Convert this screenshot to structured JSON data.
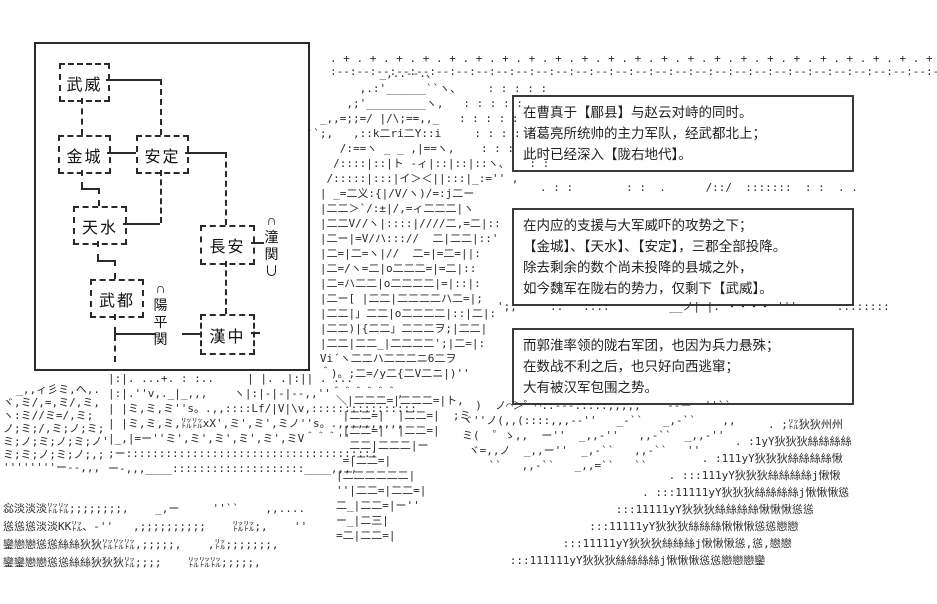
{
  "map": {
    "nodes": [
      {
        "id": "wuwei",
        "label": "武威"
      },
      {
        "id": "jincheng",
        "label": "金城"
      },
      {
        "id": "anding",
        "label": "安定"
      },
      {
        "id": "tianshui",
        "label": "天水"
      },
      {
        "id": "changan",
        "label": "長安"
      },
      {
        "id": "wudu",
        "label": "武都"
      },
      {
        "id": "hanzhong",
        "label": "漢中"
      }
    ],
    "passes": [
      {
        "id": "tongguan",
        "label": "∩潼関∪"
      },
      {
        "id": "yangpingguan",
        "label": "∩陽平関"
      }
    ]
  },
  "dialog_boxes": [
    {
      "lines": [
        "在曹真于【郿县】与赵云对峙的同时。",
        "诸葛亮所统帅的主力军队，经武都北上；",
        "此时已经深入【陇右地代】。"
      ]
    },
    {
      "lines": [
        "在内应的支援与大军威吓的攻势之下；",
        "【金城】、【天水】、【安定】，三郡全部投降。",
        "除去剩余的数个尚未投降的县城之外，",
        "如今魏军在陇右的势力，仅剩下【武威】。"
      ]
    },
    {
      "lines": [
        "而郭淮率领的陇右军团，也因为兵力悬殊；",
        "在数战不利之后，也只好向西逃窜；",
        "大有被汉军包围之势。"
      ]
    }
  ],
  "ascii_art": {
    "top_dots": [
      ". + . + . + . + . + . + . + . + . + . + . + . + . + . + . + . + . + . + . + . + . + . + . +",
      ":--:--:--:--:--:--:--:--:--:--:--:--:--:--:--:--:--:--:--:--:--:--:--:--:--:--:--:--:--:--:--:--"
    ],
    "mid": [
      "            _,..--.、",
      "         ,.:'______``ヽ、    : : : : :",
      "       ,;'_________ヽ,   : : : : :",
      "   _,,=;;=/ |/\\;==,,_   : : : : :",
      " ``;,   ,::k二ri二Y::i     : : : :",
      "      /:==ヽ _ _ ,|==ヽ,    : : :",
      "     /::::|::|ト -ィ|::|::|::ヽ、   : :",
      "    /:::::|:::|イ＞＜||:::|_:='' ,",
      "   | _=二义:{|/V/ヽ)/=:j二ー",
      "   |二二＞`/:±|/,=ィ二二二|ヽ",
      "   |二二V//ヽ|::::|////二,=二|::",
      "   |二ー|=V/ハ::://  二|二二|::'",
      "   |二=|二=ヽ|//  二=|=二=||:",
      "   |二=/ヽ=二|o二二二=|=二|::",
      "   |二=ハ二二|o二二二二|=|::|:",
      "   |二ー[ |二二|二二二二ハ二=|;",
      "   |二二|」二二|o二二二二|::|二|:",
      "   |二二)|{二二」二二二ヲ;|二二|",
      "   |二二|二二_|二二二二';|二=|:",
      "   Vi´ヽ二二ハ二二二ニ6二ヲ",
      "   ＾)。;二=/y二{二V二ニ|)''"
    ],
    "gap1": ". : :        : :  .      /::/  :::::::  : :  . .",
    "gap2": "';,     ::   ::::         __ノ| |. ・・・・ '''      ::::::::",
    "left_mountains": [
      "  _,,ィ彡ミ,ヘ,.",
      "ヾ,ミ/,=,ミ/,ミ,",
      "ヽ:ミ//ミ=/,ミ;",
      "ノ;ミ;/,ミ;ノ;ミ;",
      "ミ;ノ;ミ;ノ;ミ;ノ'",
      "ミ;ミ;ノ;ミ;ノ;,;",
      "''''''''ー--,,,"
    ],
    "valley": [
      "|:|. ...+. : :..     | |. .|:|| . ...",
      "|:|.''v,._|_,,,    ヽ|:|-|-|--,,''＾＾＾＾＾＾,",
      "| |ミ,ミ,ミ''s。.,,::::Lf/|V|\\v,::::::::::::::::",
      "| |ミ,ミ,ミ,㍑㍑xX',ミ',ミ',ミノ''s。.,,,,,,,,,,",
      "|_,|=ー''ミ',ミ',ミ',ミ',ミ',ミV＾＾＾''",
      ";ー::::::::::::::::::::::::::::::::::::::",
      "ー-,,,____::::::::::::::::::::____,,,,"
    ],
    "wall": [
      "＼|二二二=|二二二=|ト,",
      " |二二=|  |二二=|  ;ミ",
      " |二二=|  |二二=|",
      "  二二|二二二|ー",
      " =|二二=|",
      "|二二二二二二|",
      "''|二二=|二二=|",
      "二_|二二=|ー''",
      "ー_|二三|",
      "=二|二二=|"
    ],
    "rider": [
      "  )  ノ⌒＞゜⌒::---:::::,,,,,    --ー  ''``",
      "ヾ''ノ(,,(::::,,,--''   _-``   _,-``    ,,",
      "ミ(  ゜ゝ,,  ー''  _,,-''   ,,-``  _,,-''",
      " ヾ=,,ノ  _,,ー''  _,-``   ,,-``   ''",
      "    ``   ,,-``   _,,=``   ``"
    ],
    "right_forest": [
      "                                             . ;㍑狄狄州州",
      "                                        . :1yY狄狄狄絲絲絲絲",
      "                                   . :111yY狄狄狄絲絲絲絲愀",
      "                              . :::111yY狄狄狄絲絲絲絲j愀愀",
      "                          . :::11111yY狄狄狄絲絲絲絲j愀愀愀慫",
      "                      :::11111yY狄狄狄絲絲絲絲愀愀愀慫慫",
      "                  :::11111yY狄狄狄絲絲絲愀愀愀慫慫戀戀",
      "              :::11111yY狄狄狄絲絲絲j愀愀愀慫,慫,戀戀",
      "      :::111111yY狄狄狄絲絲絲絲j愀愀愀慫慫戀戀戀鑾"
    ],
    "left_forest": [
      "惢淡淡淡㍑㍑;;;;;;;;,    _,ー     ''``    ,,....",
      "慫慫慫淡淡KK㍑、-''   ,;;;;;;;;;;    ㍑㍑;,    ''",
      "鑾戀戀慫慫絲絲狄狄㍑㍑㍑,;;;;;,    ,㍑;;;;;;;,",
      "鑾鑾戀戀慫慫絲絲狄狄狄㍑;;;;    ㍑㍑㍑;;;;;,"
    ]
  }
}
